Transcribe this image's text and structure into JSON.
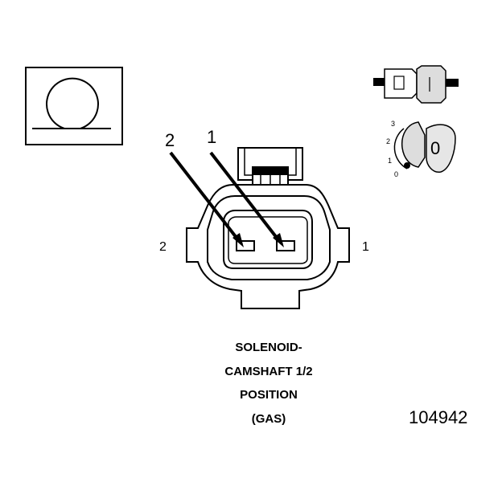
{
  "callouts": {
    "left": "2",
    "right": "1"
  },
  "pin_labels": {
    "left": "2",
    "right": "1"
  },
  "title_lines": [
    "SOLENOID-",
    "CAMSHAFT 1/2",
    "POSITION",
    "(GAS)"
  ],
  "figure_number": "104942",
  "ohm_symbol_icon": "omega-icon",
  "terminal_position_scale": [
    "3",
    "2",
    "1",
    "0"
  ],
  "terminal_position_value": "0"
}
